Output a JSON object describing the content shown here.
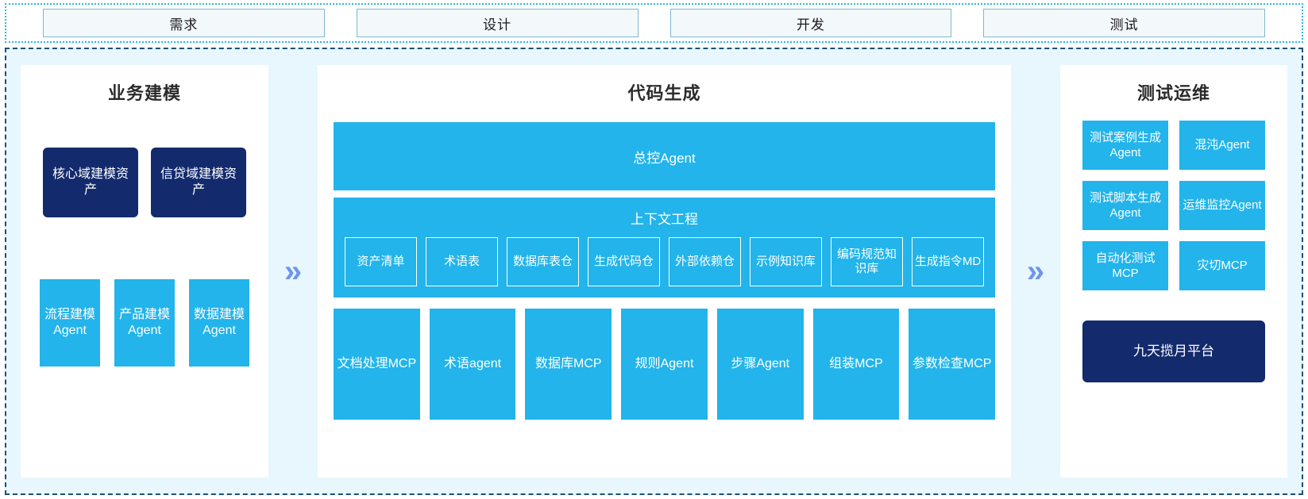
{
  "stages": [
    {
      "label": "需求"
    },
    {
      "label": "设计"
    },
    {
      "label": "开发"
    },
    {
      "label": "测试"
    }
  ],
  "arrows": {
    "glyph": "»",
    "color": "#6e96ea"
  },
  "colors": {
    "primary_blue": "#22b4ea",
    "navy": "#132a6d",
    "panel_bg": "#e8f6fd",
    "stage_border": "#7fb8cf",
    "dashed_border": "#1e4f78"
  },
  "left_panel": {
    "title": "业务建模",
    "assets": [
      {
        "label": "核心域建模资产"
      },
      {
        "label": "信贷域建模资产"
      }
    ],
    "agents": [
      {
        "label": "流程建模Agent"
      },
      {
        "label": "产品建模Agent"
      },
      {
        "label": "数据建模Agent"
      }
    ]
  },
  "mid_panel": {
    "title": "代码生成",
    "master_agent": "总控Agent",
    "context": {
      "title": "上下文工程",
      "chips": [
        {
          "label": "资产清单"
        },
        {
          "label": "术语表"
        },
        {
          "label": "数据库表仓"
        },
        {
          "label": "生成代码仓"
        },
        {
          "label": "外部依赖仓"
        },
        {
          "label": "示例知识库"
        },
        {
          "label": "编码规范知识库"
        },
        {
          "label": "生成指令MD"
        }
      ]
    },
    "tools": [
      {
        "label": "文档处理MCP"
      },
      {
        "label": "术语agent"
      },
      {
        "label": "数据库MCP"
      },
      {
        "label": "规则Agent"
      },
      {
        "label": "步骤Agent"
      },
      {
        "label": "组装MCP"
      },
      {
        "label": "参数检查MCP"
      }
    ]
  },
  "right_panel": {
    "title": "测试运维",
    "items": [
      {
        "label": "测试案例生成Agent"
      },
      {
        "label": "混沌Agent"
      },
      {
        "label": "测试脚本生成Agent"
      },
      {
        "label": "运维监控Agent"
      },
      {
        "label": "自动化测试MCP"
      },
      {
        "label": "灾切MCP"
      }
    ],
    "platform": "九天揽月平台"
  }
}
